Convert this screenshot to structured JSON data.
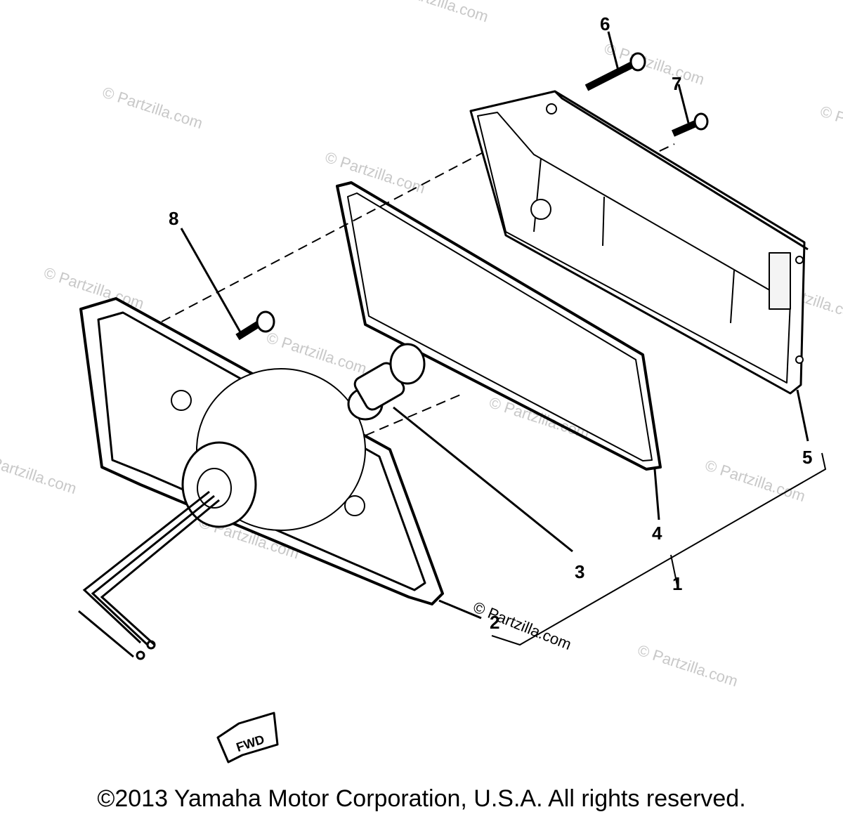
{
  "diagram": {
    "callouts": [
      "1",
      "2",
      "3",
      "4",
      "5",
      "6",
      "7",
      "8"
    ],
    "watermark": "© Partzilla.com",
    "stamp": "© Partzilla.com",
    "arrow_label": "FWD"
  },
  "footer": {
    "copyright": "©2013 Yamaha Motor Corporation, U.S.A. All rights reserved."
  }
}
